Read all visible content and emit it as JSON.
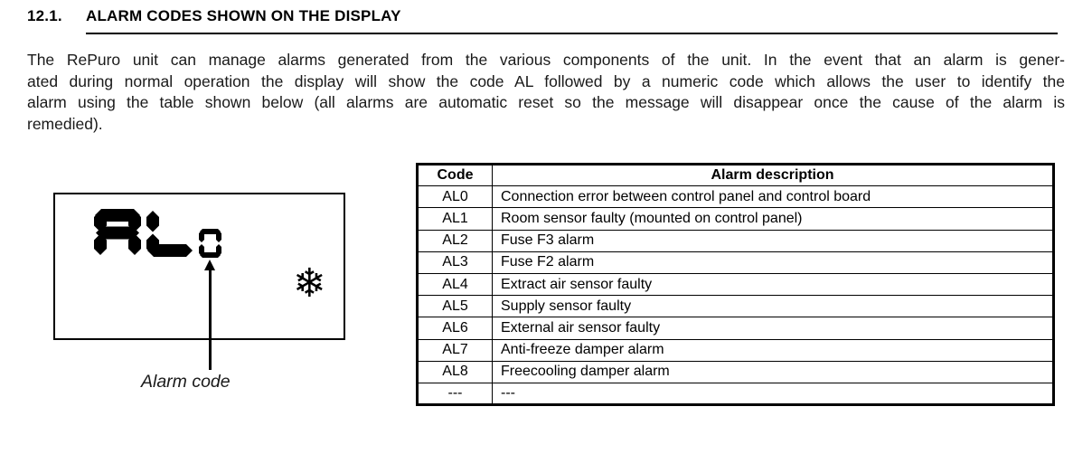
{
  "document": {
    "section_number": "12.1.",
    "section_title": "ALARM CODES SHOWN ON THE DISPLAY",
    "intro_lines": [
      "The RePuro unit can manage alarms generated from the various components of the unit. In the event that an alarm is gener-",
      "ated during normal operation the display will show the code AL followed by a numeric code which allows the user to identify the",
      "alarm using the table shown below (all alarms are automatic reset so the message will disappear once the cause of the alarm is",
      "remedied)."
    ]
  },
  "figure": {
    "display_large_text": "AL",
    "display_small_text": "0",
    "snowflake_icon": "❄",
    "caption": "Alarm code"
  },
  "alarm_table": {
    "col_code": "Code",
    "col_description": "Alarm description",
    "rows": [
      {
        "code": "AL0",
        "description": "Connection error between control panel and control board"
      },
      {
        "code": "AL1",
        "description": "Room sensor faulty (mounted on control panel)"
      },
      {
        "code": "AL2",
        "description": "Fuse F3 alarm"
      },
      {
        "code": "AL3",
        "description": "Fuse F2 alarm"
      },
      {
        "code": "AL4",
        "description": "Extract air sensor faulty"
      },
      {
        "code": "AL5",
        "description": "Supply sensor faulty"
      },
      {
        "code": "AL6",
        "description": "External air sensor faulty"
      },
      {
        "code": "AL7",
        "description": "Anti-freeze damper alarm"
      },
      {
        "code": "AL8",
        "description": "Freecooling damper alarm"
      },
      {
        "code": "---",
        "description": "---"
      }
    ]
  }
}
